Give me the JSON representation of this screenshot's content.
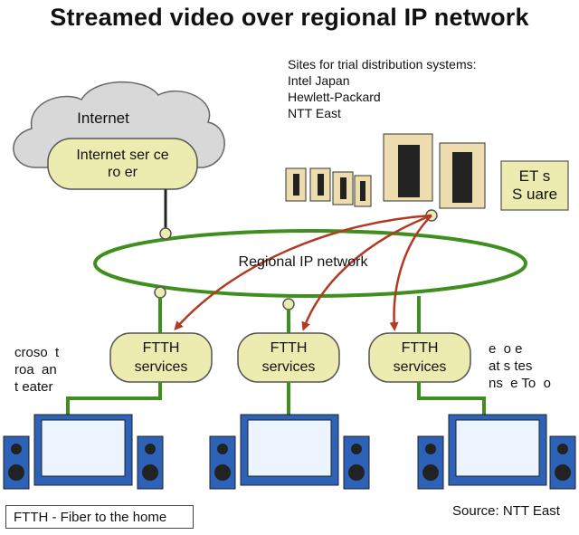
{
  "title": "Streamed video over regional IP network",
  "sites": {
    "heading": "Sites for trial distribution systems:",
    "items": [
      "Intel Japan",
      "Hewlett-Packard",
      "NTT East"
    ]
  },
  "internet": {
    "cloud_label": "Internet",
    "provider_label_line1": "Internet ser  ce",
    "provider_label_line2": "ro    er"
  },
  "ets": {
    "line1": "ET   s",
    "line2": "S uare"
  },
  "ring_label": "Regional IP network",
  "ftth_nodes": [
    {
      "line1": "FTTH",
      "line2": "services"
    },
    {
      "line1": "FTTH",
      "line2": "services"
    },
    {
      "line1": "FTTH",
      "line2": "services"
    }
  ],
  "left_text": [
    "croso  t",
    "roa  an",
    "t eater"
  ],
  "right_text": [
    "e  o e",
    "at s tes",
    "ns  e To  o"
  ],
  "legend": "FTTH - Fiber to the home",
  "source": "Source: NTT East",
  "colors": {
    "ring": "#3f8f1f",
    "node_fill": "#ecebb0",
    "arrow": "#b23a22",
    "speaker": "#2c63b8",
    "cloud": "#d8d8d8"
  }
}
